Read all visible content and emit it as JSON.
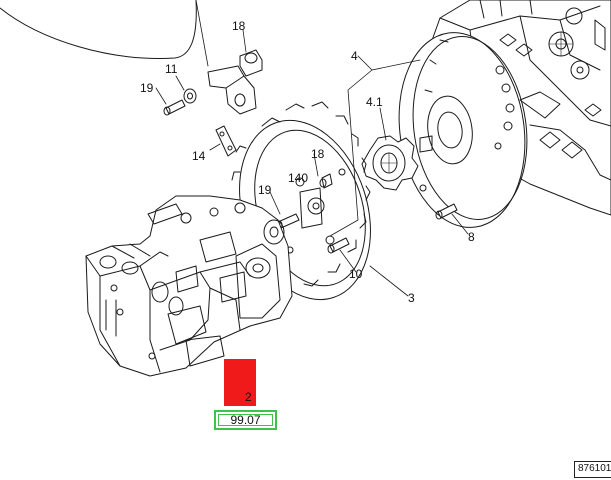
{
  "callouts": {
    "c18_top": "18",
    "c11": "11",
    "c19_left": "19",
    "c14": "14",
    "c4": "4",
    "c4_1": "4.1",
    "c18_mid": "18",
    "c140": "140",
    "c19_mid": "19",
    "c8": "8",
    "c10": "10",
    "c3": "3",
    "c2": "2"
  },
  "highlight": {
    "part_number": "2",
    "color": "#f01a1a"
  },
  "reference_box": {
    "label": "99.07",
    "border_color": "#3ec24a"
  },
  "drawing_id": "876101"
}
